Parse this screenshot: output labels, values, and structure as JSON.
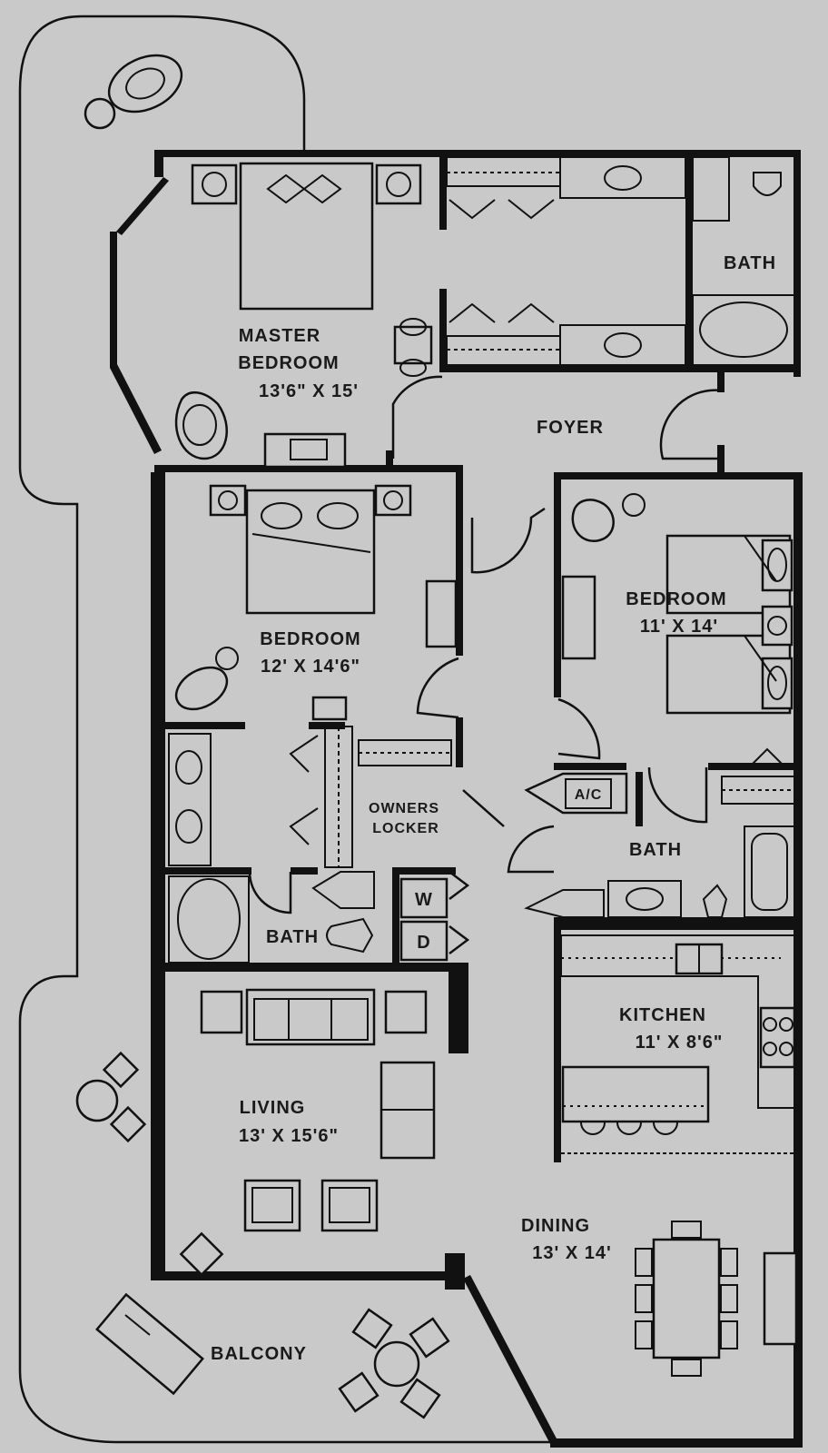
{
  "plan": {
    "rooms": {
      "master_bedroom": {
        "name_line1": "MASTER",
        "name_line2": "BEDROOM",
        "size": "13'6\" X 15'"
      },
      "bath_master": {
        "name": "BATH"
      },
      "foyer": {
        "name": "FOYER"
      },
      "bedroom_2": {
        "name": "BEDROOM",
        "size": "12' X 14'6\""
      },
      "bedroom_3": {
        "name": "BEDROOM",
        "size": "11' X 14'"
      },
      "owners_locker": {
        "line1": "OWNERS",
        "line2": "LOCKER"
      },
      "ac": {
        "name": "A/C"
      },
      "bath_center": {
        "name": "BATH"
      },
      "bath_left": {
        "name": "BATH"
      },
      "washer": {
        "name": "W"
      },
      "dryer": {
        "name": "D"
      },
      "kitchen": {
        "name": "KITCHEN",
        "size": "11' X 8'6\""
      },
      "living": {
        "name": "LIVING",
        "size": "13' X 15'6\""
      },
      "dining": {
        "name": "DINING",
        "size": "13' X 14'"
      },
      "balcony": {
        "name": "BALCONY"
      }
    }
  }
}
